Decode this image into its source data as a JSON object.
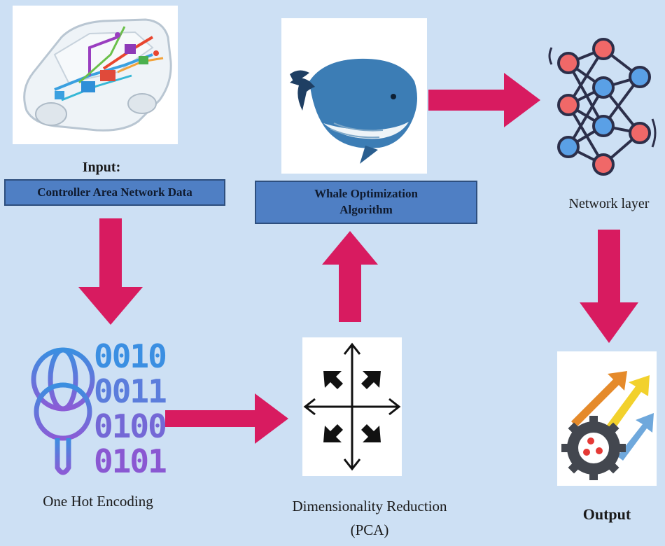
{
  "input": {
    "heading": "Input:",
    "data_label": "Controller Area Network Data"
  },
  "woa": {
    "line1": "Whale Optimization",
    "line2": "Algorithm"
  },
  "network": {
    "caption": "Network layer"
  },
  "encoding": {
    "caption": "One Hot Encoding",
    "binary_rows": [
      "0010",
      "0011",
      "0100",
      "0101"
    ]
  },
  "pca": {
    "caption_line1": "Dimensionality Reduction",
    "caption_line2": "(PCA)"
  },
  "output": {
    "caption": "Output"
  },
  "colors": {
    "background": "#cde0f4",
    "arrow": "#d81b60",
    "label_box": "#4f7fc4",
    "label_border": "#2e4f7e"
  }
}
